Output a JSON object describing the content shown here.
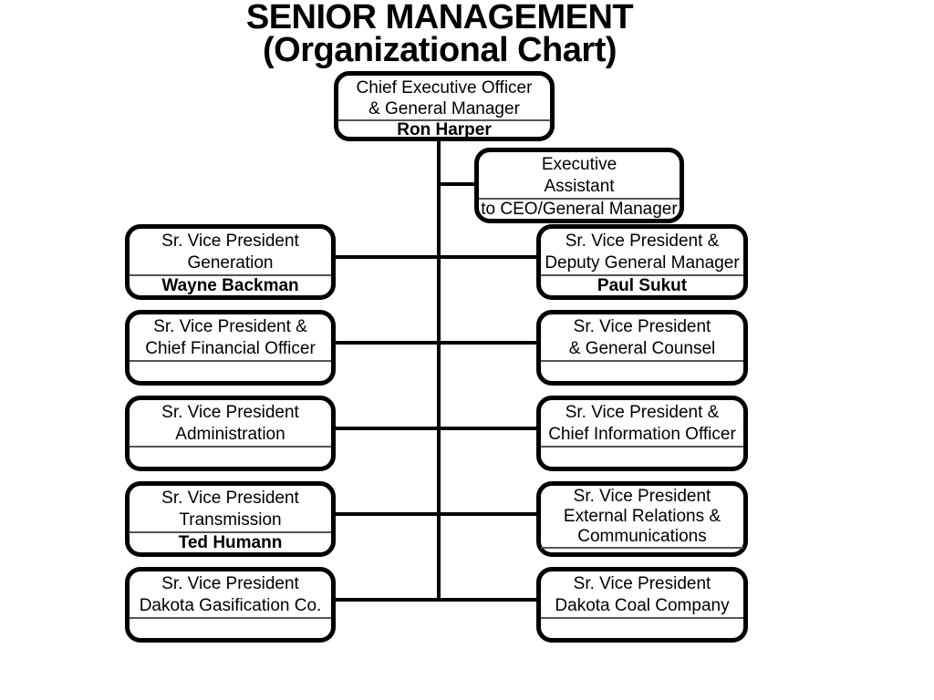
{
  "slide": {
    "title_line1": "SENIOR MANAGEMENT",
    "title_line2": "(Organizational Chart)"
  },
  "org": {
    "ceo": {
      "line1": "Chief Executive Officer",
      "line2": "& General Manager",
      "name": "Ron Harper"
    },
    "assistant": {
      "line1": "Executive",
      "line2": "Assistant",
      "name": "to CEO/General Manager"
    },
    "left": [
      {
        "line1": "Sr. Vice President",
        "line2": "Generation",
        "name": "Wayne Backman"
      },
      {
        "line1": "Sr. Vice President &",
        "line2": "Chief Financial Officer",
        "name": ""
      },
      {
        "line1": "Sr. Vice President",
        "line2": "Administration",
        "name": ""
      },
      {
        "line1": "Sr. Vice President",
        "line2": "Transmission",
        "name": "Ted Humann"
      },
      {
        "line1": "Sr. Vice President",
        "line2": "Dakota Gasification Co.",
        "name": ""
      }
    ],
    "right": [
      {
        "line1": "Sr. Vice President &",
        "line2": "Deputy General Manager",
        "name": "Paul Sukut"
      },
      {
        "line1": "Sr. Vice President",
        "line2": "& General Counsel",
        "name": ""
      },
      {
        "line1": "Sr. Vice President &",
        "line2": "Chief Information Officer",
        "name": ""
      },
      {
        "line1": "Sr. Vice President",
        "line2": "External Relations &",
        "line3": "Communications",
        "name": ""
      },
      {
        "line1": "Sr. Vice President",
        "line2": "Dakota Coal Company",
        "name": ""
      }
    ]
  },
  "colors": {
    "background": "#ffffff",
    "text": "#000000",
    "box_border": "#000000",
    "connector": "#000000",
    "separator": "#555555"
  }
}
